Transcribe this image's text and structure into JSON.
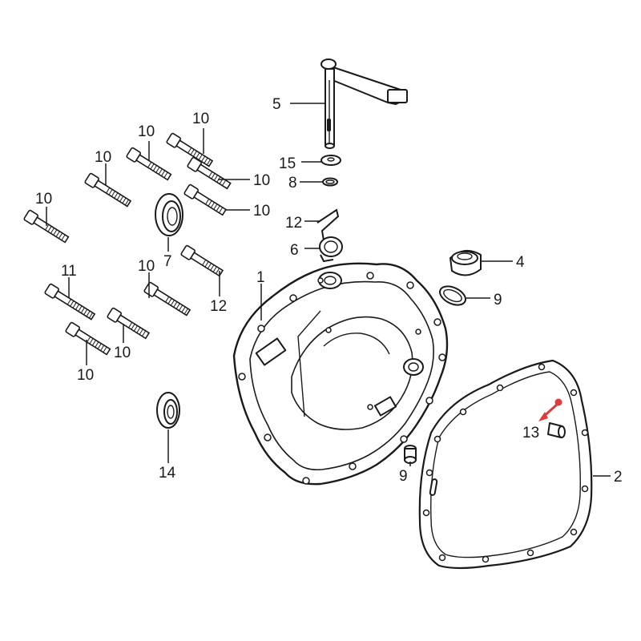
{
  "callouts": {
    "c1": "1",
    "c2": "2",
    "c4": "4",
    "c5": "5",
    "c6": "6",
    "c7": "7",
    "c8": "8",
    "c9a": "9",
    "c9b": "9",
    "c10a": "10",
    "c10b": "10",
    "c10c": "10",
    "c10d": "10",
    "c10e": "10",
    "c10f": "10",
    "c10g": "10",
    "c10h": "10",
    "c10i": "10",
    "c11": "11",
    "c12a": "12",
    "c12b": "12",
    "c13": "13",
    "c14": "14",
    "c15": "15"
  },
  "colors": {
    "line": "#1a1a1a",
    "marker": "#e03a3a"
  }
}
